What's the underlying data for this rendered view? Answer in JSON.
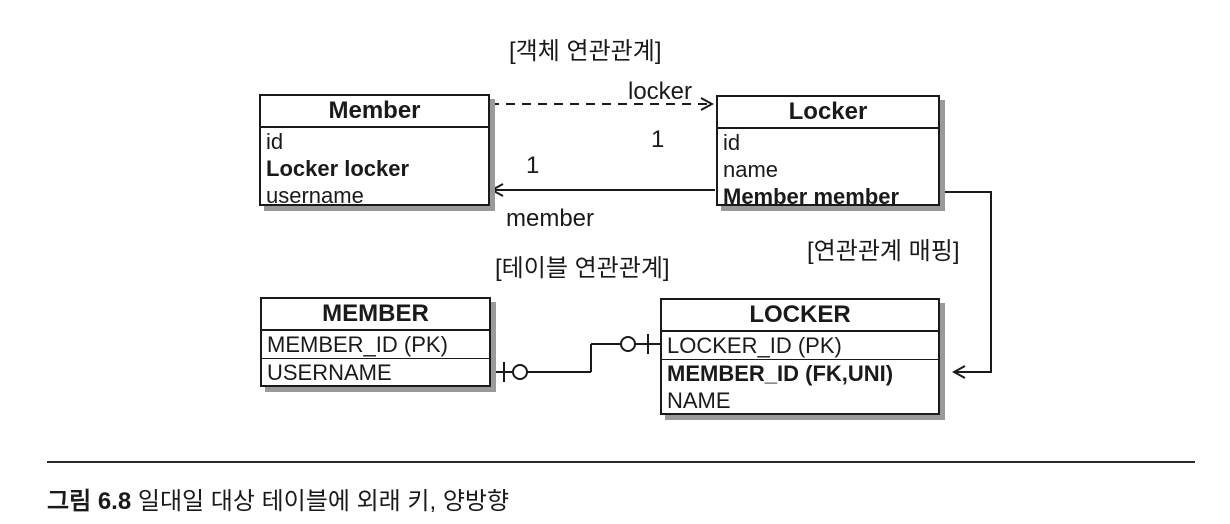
{
  "labels": {
    "object_relation": "[객체 연관관계]",
    "table_relation": "[테이블 연관관계]",
    "mapping": "[연관관계 매핑]",
    "locker_field": "locker",
    "member_field": "member",
    "mult_locker": "1",
    "mult_member": "1"
  },
  "member_entity": {
    "title": "Member",
    "fields": [
      "id",
      "Locker locker",
      "username"
    ]
  },
  "locker_entity": {
    "title": "Locker",
    "fields": [
      "id",
      "name",
      "Member member"
    ]
  },
  "member_table": {
    "title": "MEMBER",
    "columns": [
      "MEMBER_ID (PK)",
      "USERNAME"
    ]
  },
  "locker_table": {
    "title": "LOCKER",
    "columns": [
      "LOCKER_ID (PK)",
      "MEMBER_ID (FK,UNI)",
      "NAME"
    ]
  },
  "caption": {
    "figure": "그림 6.8",
    "text": " 일대일 대상 테이블에 외래 키, 양방향"
  }
}
